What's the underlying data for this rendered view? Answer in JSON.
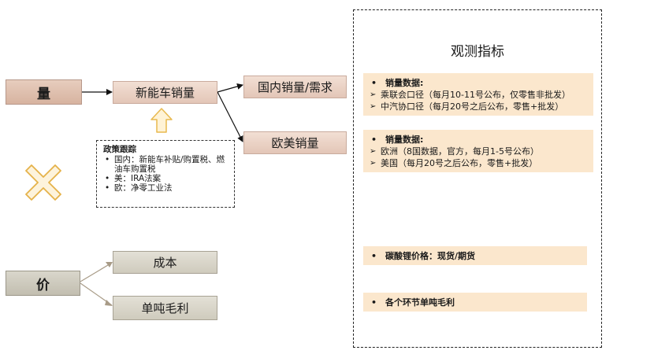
{
  "volume": {
    "label": "量",
    "ev_sales": "新能车销量",
    "domestic": "国内销量/需求",
    "eu_us": "欧美销量"
  },
  "policy": {
    "title": "政策跟踪",
    "items": [
      "国内：新能车补贴/购置税、燃油车购置税",
      "美：IRA法案",
      "欧：净零工业法"
    ]
  },
  "price": {
    "label": "价",
    "cost": "成本",
    "margin": "单吨毛利"
  },
  "indicators": {
    "title": "观测指标",
    "cards": [
      {
        "head": "销量数据:",
        "subs": [
          "乘联会口径（每月10-11号公布，仅零售非批发）",
          "中汽协口径（每月20号之后公布，零售+批发）"
        ]
      },
      {
        "head": "销量数据:",
        "subs": [
          "欧洲（8国数据，官方，每月1-5号公布）",
          "美国（每月20号之后公布，零售+批发）"
        ]
      },
      {
        "head": "碳酸锂价格：现货/期货",
        "subs": []
      },
      {
        "head": "各个环节单吨毛利",
        "subs": []
      }
    ]
  },
  "colors": {
    "volume_box": "#d7b3a0",
    "price_box": "#c2beb0",
    "card": "#fbe7cd",
    "up_arrow": "#f2c46a",
    "cross": "#f2c46a"
  }
}
